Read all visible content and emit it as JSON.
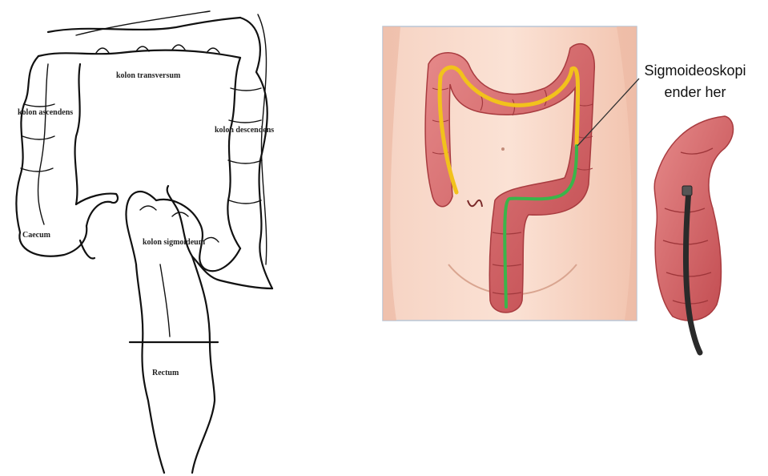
{
  "left_diagram": {
    "labels": {
      "kolon_transversum": "kolon transversum",
      "kolon_ascendens": "kolon ascendens",
      "kolon_descendens": "kolon descendens",
      "caecum": "Caecum",
      "kolon_sigmoideum": "kolon sigmoideum",
      "rectum": "Rectum"
    }
  },
  "right_diagram": {
    "callout": {
      "line1": "Sigmoideoskopi",
      "line2": "ender her"
    },
    "colors": {
      "yellow_path": "#f2c21c",
      "green_path": "#3ab54a",
      "colon_tissue": "#d9686a",
      "skin": "#f3c7b4",
      "endoscope": "#2a2a2a"
    }
  }
}
